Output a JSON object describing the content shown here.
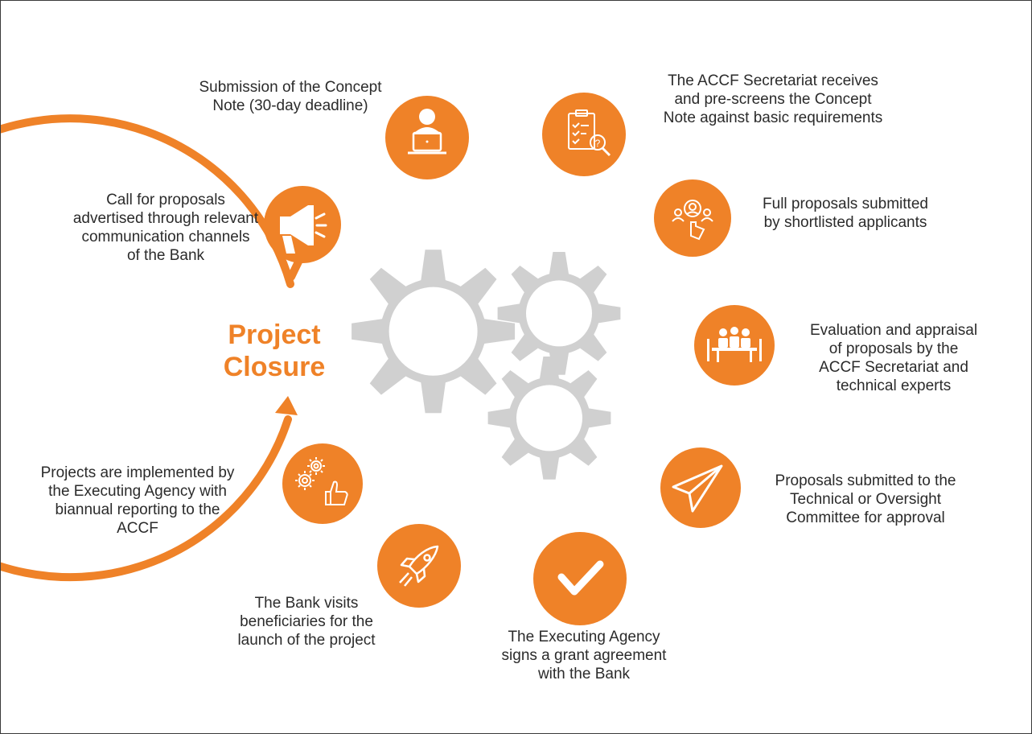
{
  "colors": {
    "accent": "#ef8228",
    "gear": "#d0d0d0",
    "text": "#2b2b2b",
    "icon_line": "#ffffff"
  },
  "center_title": {
    "line1": "Project",
    "line2": "Closure"
  },
  "steps": [
    {
      "icon": "megaphone-icon",
      "lines": [
        "Call for proposals",
        "advertised through relevant",
        "communication channels",
        "of the Bank"
      ]
    },
    {
      "icon": "person-laptop-icon",
      "lines": [
        "Submission of the Concept",
        "Note (30-day deadline)"
      ]
    },
    {
      "icon": "clipboard-search-icon",
      "lines": [
        "The ACCF Secretariat receives",
        "and pre-screens the Concept",
        "Note against basic requirements"
      ]
    },
    {
      "icon": "people-select-icon",
      "lines": [
        "Full proposals submitted",
        "by shortlisted applicants"
      ]
    },
    {
      "icon": "meeting-icon",
      "lines": [
        "Evaluation and appraisal",
        "of proposals by the",
        "ACCF Secretariat and",
        "technical experts"
      ]
    },
    {
      "icon": "paper-plane-icon",
      "lines": [
        "Proposals submitted to the",
        "Technical or Oversight",
        "Committee for approval"
      ]
    },
    {
      "icon": "checkmark-icon",
      "lines": [
        "The Executing Agency",
        "signs a grant agreement",
        "with the Bank"
      ]
    },
    {
      "icon": "rocket-icon",
      "lines": [
        "The Bank visits",
        "beneficiaries for the",
        "launch of the project"
      ]
    },
    {
      "icon": "gears-thumbs-up-icon",
      "lines": [
        "Projects are implemented by",
        "the Executing Agency with",
        "biannual reporting to the",
        "ACCF"
      ]
    }
  ]
}
